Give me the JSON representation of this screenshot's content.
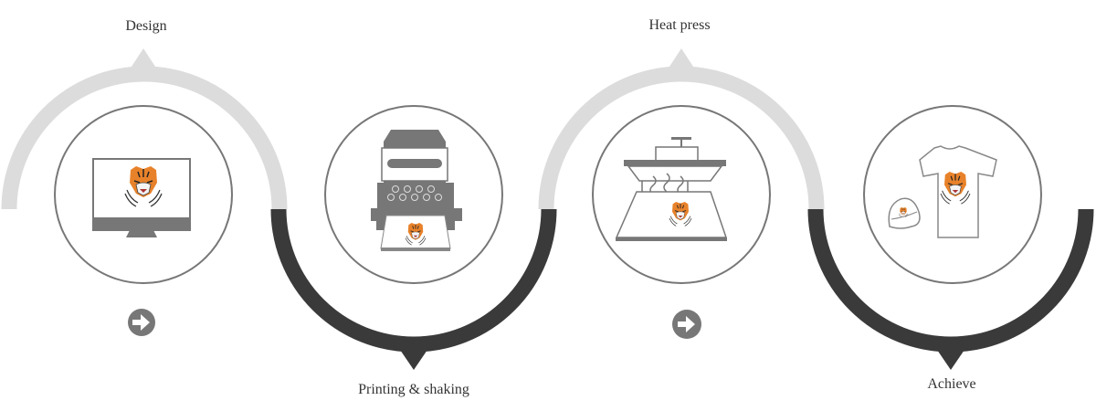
{
  "steps": [
    {
      "label": "Design",
      "icon": "monitor-icon"
    },
    {
      "label": "Printing & shaking",
      "icon": "printer-icon"
    },
    {
      "label": "Heat press",
      "icon": "heat-press-icon"
    },
    {
      "label": "Achieve",
      "icon": "tshirt-cap-icon"
    }
  ],
  "colors": {
    "light_arc": "#dcdcdc",
    "dark_arc": "#3a3a3a",
    "icon_gray": "#7a7a7a",
    "tiger": "#e8822a"
  }
}
